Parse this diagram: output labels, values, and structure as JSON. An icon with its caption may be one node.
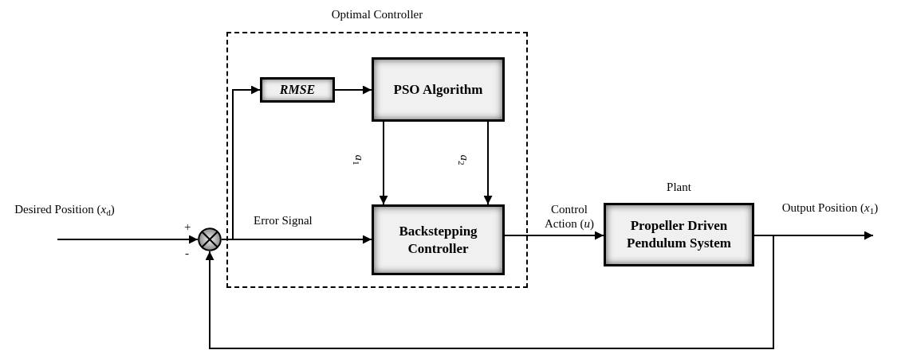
{
  "diagram": {
    "nodes": [
      {
        "text": [
          "Optimal Controller"
        ]
      },
      {
        "text": [],
        "shape": "circle"
      },
      {
        "text": [
          "RMSE"
        ],
        "in": 0
      },
      {
        "text": [
          "PSO Algorithm"
        ],
        "in": 0
      },
      {
        "text": [
          "Backstepping Controller"
        ],
        "in": 0
      },
      {
        "text": [
          "Plant",
          "Propeller Driven Pendulum System"
        ]
      }
    ],
    "edges": [
      {
        "from": null,
        "to": 1,
        "arrow": "to",
        "label": "Desired Position (*x*$_{d}$)"
      },
      {
        "from": 1,
        "to": 4,
        "arrow": "to",
        "label": "Error Signal"
      },
      {
        "from": 1,
        "to": 2,
        "arrow": "to"
      },
      {
        "from": 2,
        "to": 3,
        "arrow": "to"
      },
      {
        "from": 3,
        "to": 4,
        "arrow": "to",
        "label": "*a*$_{1}$"
      },
      {
        "from": 3,
        "to": 4,
        "arrow": "to",
        "label": "*a*$_{2}$"
      },
      {
        "from": 4,
        "to": 5,
        "arrow": "to",
        "label": "Control Action (*u*)"
      },
      {
        "from": 5,
        "to": null,
        "arrow": "to",
        "label": "Output Position (*x*$_{1}$)"
      },
      {
        "from": 5,
        "to": 1,
        "arrow": "to"
      }
    ],
    "labels": [
      "+",
      "-"
    ]
  }
}
